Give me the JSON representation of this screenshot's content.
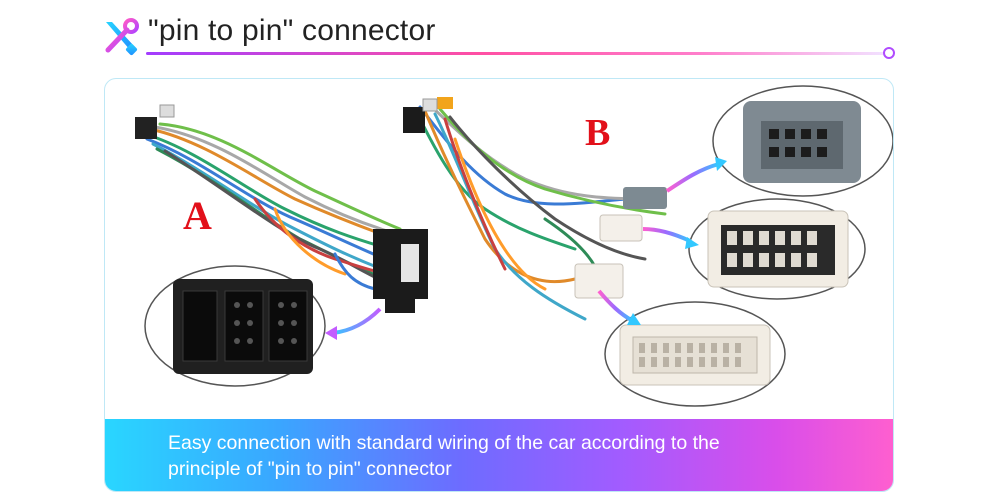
{
  "header": {
    "title": "\"pin to pin\" connector",
    "icon": "tools-icon"
  },
  "figure": {
    "label_a": "A",
    "label_b": "B",
    "label_color": "#e2101a"
  },
  "caption": {
    "line1": "Easy connection with standard wiring of the car according to the",
    "line2": "principle of \"pin to pin\" connector"
  },
  "colors": {
    "title_text": "#222222",
    "card_border": "#bfe8f6",
    "gradient_start": "#29d6ff",
    "gradient_end": "#ff5fcf"
  }
}
